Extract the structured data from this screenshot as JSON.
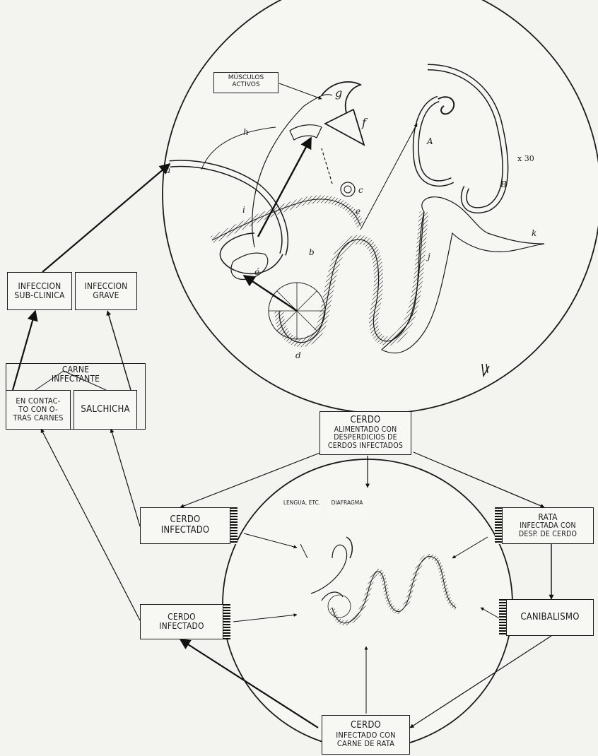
{
  "top_circle": {
    "musculos_label": [
      "MÚSCULOS",
      "ACTIVOS"
    ],
    "letters": {
      "a": "a",
      "b": "b",
      "c": "c",
      "d": "d",
      "e": "e",
      "e2": "é",
      "f": "f",
      "g": "g",
      "h": "h",
      "i": "i",
      "j": "j",
      "k": "k",
      "A": "A",
      "B": "B"
    },
    "magnification": "x 30"
  },
  "left_boxes": {
    "infeccion_subclinica": [
      "INFECCION",
      "SUB-CLINICA"
    ],
    "infeccion_grave": [
      "INFECCION",
      "GRAVE"
    ],
    "carne_header": [
      "CARNE",
      "INFECTANTE"
    ],
    "en_contacto": [
      "EN CONTAC-",
      "TO CON O-",
      "TRAS CARNES"
    ],
    "salchicha": "SALCHICHA"
  },
  "cycle": {
    "top_box": [
      "CERDO",
      "ALIMENTADO CON",
      "DESPERDICIOS DE",
      "CERDOS INFECTADOS"
    ],
    "left_upper_box": [
      "CERDO",
      "INFECTADO"
    ],
    "left_lower_box": [
      "CERDO",
      "INFECTADO"
    ],
    "right_upper_box": [
      "RATA",
      "INFECTADA CON",
      "DESP. DE CERDO"
    ],
    "right_lower_box": "CANIBALISMO",
    "bottom_box": [
      "CERDO",
      "INFECTADO CON",
      "CARNE DE RATA"
    ],
    "inner_labels": {
      "lengua": "LENGUA, ETC.",
      "diafragma": "DIAFRAGMA"
    }
  }
}
